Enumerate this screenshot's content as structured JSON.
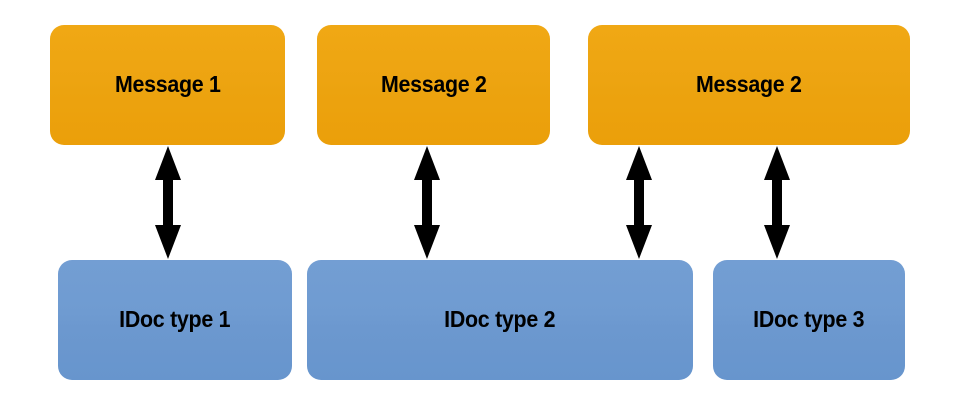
{
  "diagram": {
    "type": "mapping-diagram",
    "background_color": "#ffffff",
    "message_color": "#efa412",
    "idoc_color": "#6c9bd1",
    "arrow_color": "#000000",
    "messages": [
      {
        "label": "Message 1"
      },
      {
        "label": "Message 2"
      },
      {
        "label": "Message 2"
      }
    ],
    "idocs": [
      {
        "label": "IDoc type 1"
      },
      {
        "label": "IDoc type 2"
      },
      {
        "label": "IDoc type 3"
      }
    ],
    "connectors": [
      {
        "name": "message-1-to-idoc-type-1",
        "style": "double-headed-vertical-arrow"
      },
      {
        "name": "message-2a-to-idoc-type-2",
        "style": "double-headed-vertical-arrow"
      },
      {
        "name": "message-2b-to-idoc-type-2",
        "style": "double-headed-vertical-arrow"
      },
      {
        "name": "message-2b-to-idoc-type-3",
        "style": "double-headed-vertical-arrow"
      }
    ]
  }
}
